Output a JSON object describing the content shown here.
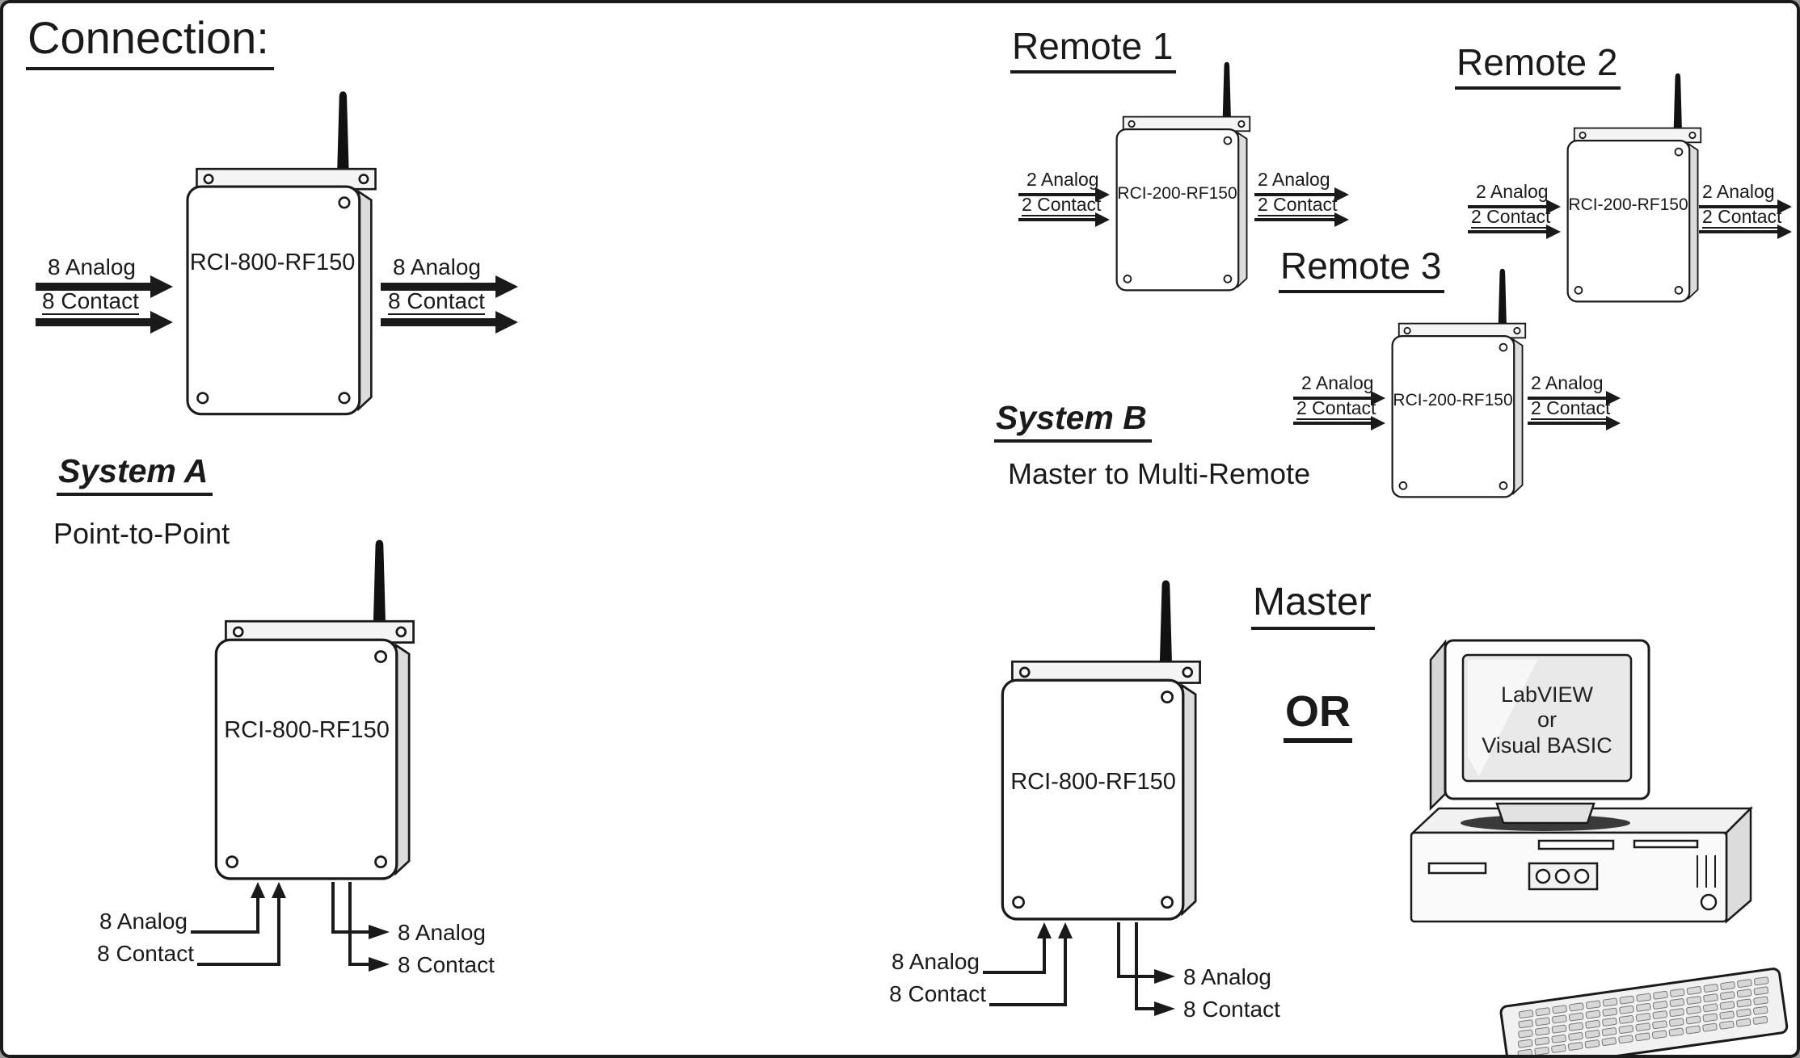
{
  "title": "Connection:",
  "headings": {
    "system_a": "System A",
    "system_a_sub": "Point-to-Point",
    "system_b": "System B",
    "system_b_sub": "Master to Multi-Remote",
    "remote_1": "Remote 1",
    "remote_2": "Remote 2",
    "remote_3": "Remote 3",
    "master": "Master",
    "or": "OR"
  },
  "devices": {
    "point_a": {
      "model": "RCI-800-RF150"
    },
    "point_b": {
      "model": "RCI-800-RF150"
    },
    "master": {
      "model": "RCI-800-RF150"
    },
    "remote_1": {
      "model": "RCI-200-RF150"
    },
    "remote_2": {
      "model": "RCI-200-RF150"
    },
    "remote_3": {
      "model": "RCI-200-RF150"
    }
  },
  "io_labels": {
    "analog_8": "8 Analog",
    "contact_8": "8 Contact",
    "analog_2": "2 Analog",
    "contact_2": "2 Contact"
  },
  "computer": {
    "screen_line_1": "LabVIEW",
    "screen_line_2": "or",
    "screen_line_3": "Visual BASIC"
  },
  "colors": {
    "ink": "#1a1a1a",
    "device_fill": "#ffffff",
    "panel_gray": "#e9e9e9"
  }
}
